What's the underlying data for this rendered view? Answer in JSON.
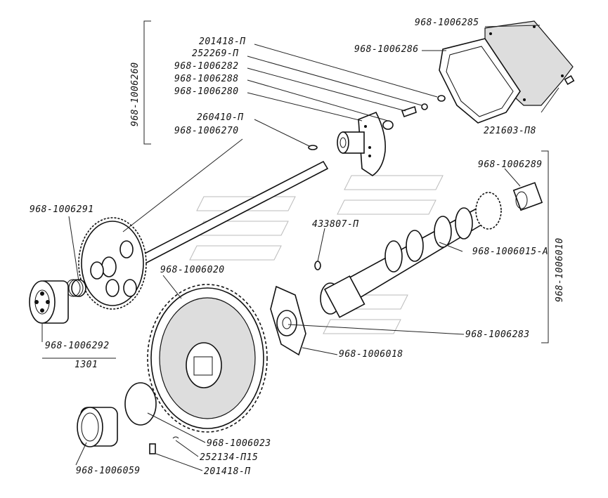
{
  "labels": {
    "p201418_top": "201418-П",
    "p252269": "252269-П",
    "p1006282": "968-1006282",
    "p1006288": "968-1006288",
    "p1006280": "968-1006280",
    "p260410": "260410-П",
    "p1006270": "968-1006270",
    "p1006285": "968-1006285",
    "p1006286": "968-1006286",
    "p221603": "221603-П8",
    "p1006289": "968-1006289",
    "p1006291": "968-1006291",
    "p433807": "433807-П",
    "p1006015": "968-1006015-А",
    "p1006020": "968-1006020",
    "p1006283": "968-1006283",
    "p1006018": "968-1006018",
    "p1006292": "968-1006292",
    "p1301": "1301",
    "p1006023": "968-1006023",
    "p252134": "252134-П15",
    "p1006059": "968-1006059",
    "p201418_bot": "201418-П"
  },
  "groups": {
    "g1006260": "968-1006260",
    "g1006010": "968-1006010"
  }
}
